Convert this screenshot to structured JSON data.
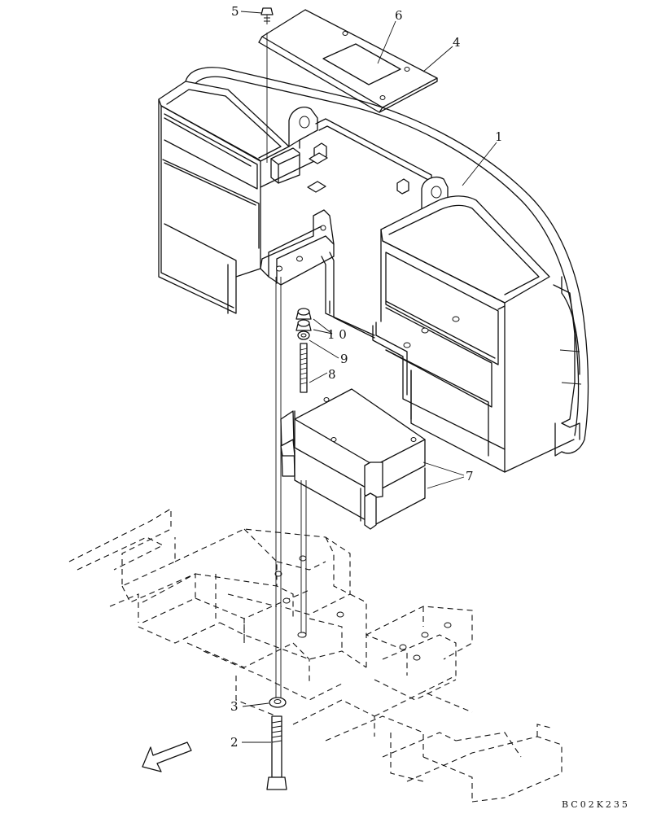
{
  "callouts": [
    "1",
    "2",
    "3",
    "4",
    "5",
    "6",
    "7",
    "8",
    "9",
    "1 0"
  ],
  "figure_code": "BC02K235",
  "colors": {
    "ink": "#111111",
    "paper": "#ffffff"
  },
  "icons": {
    "direction": "arrow-icon"
  }
}
